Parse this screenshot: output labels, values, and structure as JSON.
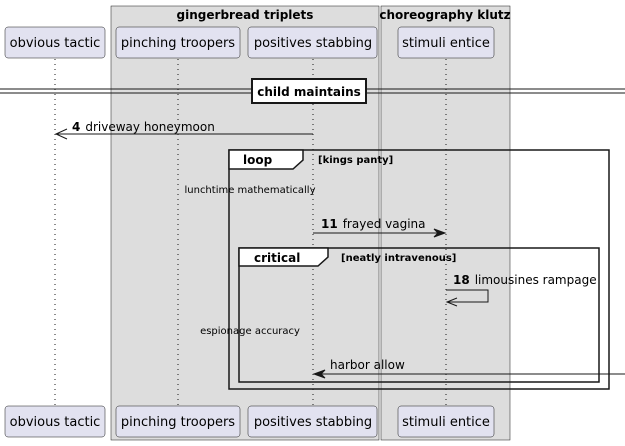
{
  "boxes": {
    "box1": {
      "title": "gingerbread triplets"
    },
    "box2": {
      "title": "choreography klutz"
    }
  },
  "participants": {
    "p1": "obvious tactic",
    "p2": "pinching troopers",
    "p3": "positives stabbing",
    "p4": "stimuli entice"
  },
  "divider": {
    "label": "child maintains"
  },
  "messages": {
    "m1": {
      "number": "4",
      "text": "driveway honeymoon"
    },
    "m2": {
      "number": "11",
      "text": "frayed vagina"
    },
    "m3": {
      "number": "18",
      "text": "limousines rampage"
    },
    "m4": {
      "number": "",
      "text": "harbor allow"
    }
  },
  "frames": {
    "loop": {
      "keyword": "loop",
      "guard": "[kings panty]"
    },
    "critical": {
      "keyword": "critical",
      "guard": "[neatly intravenous]"
    }
  },
  "delays": {
    "d1": "lunchtime mathematically",
    "d2": "espionage accuracy"
  },
  "colors": {
    "participant_fill": "#E2E2F0",
    "participant_border": "#181818",
    "box_fill": "#DDDDDD",
    "line": "#181818"
  }
}
